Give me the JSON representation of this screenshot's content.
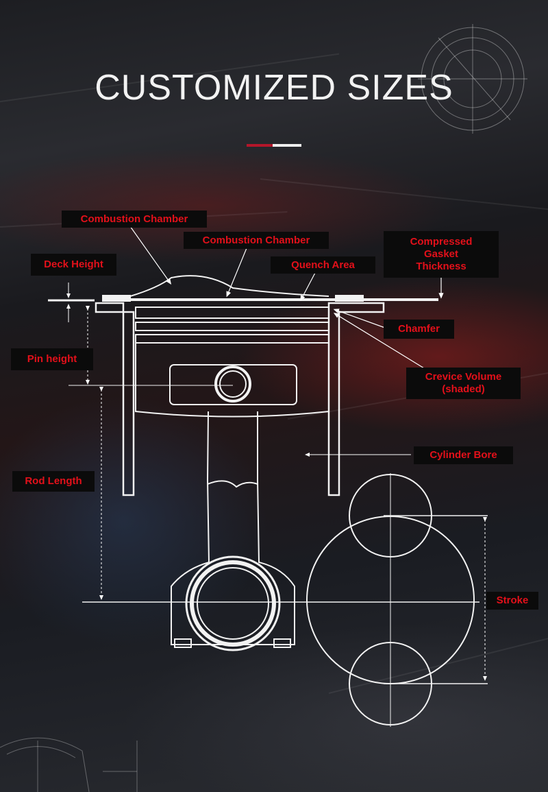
{
  "header": {
    "title": "CUSTOMIZED SIZES",
    "accent_colors": {
      "red": "#b3162a",
      "white": "#eeeeee"
    }
  },
  "labels": {
    "combustion_chamber_1": "Combustion Chamber",
    "combustion_chamber_2": "Combustion Chamber",
    "compressed_gasket": "Compressed\nGasket\nThickness",
    "deck_height": "Deck Height",
    "quench_area": "Quench Area",
    "chamfer": "Chamfer",
    "pin_height": "Pin height",
    "crevice_volume": "Crevice Volume\n(shaded)",
    "cylinder_bore": "Cylinder Bore",
    "rod_length": "Rod Length",
    "stroke": "Stroke"
  },
  "label_color": "#e3101a",
  "decor": {
    "top_right_drawing_icon": "piston-blueprint-icon",
    "bottom_left_drawing_icon": "piston-blueprint-icon"
  }
}
